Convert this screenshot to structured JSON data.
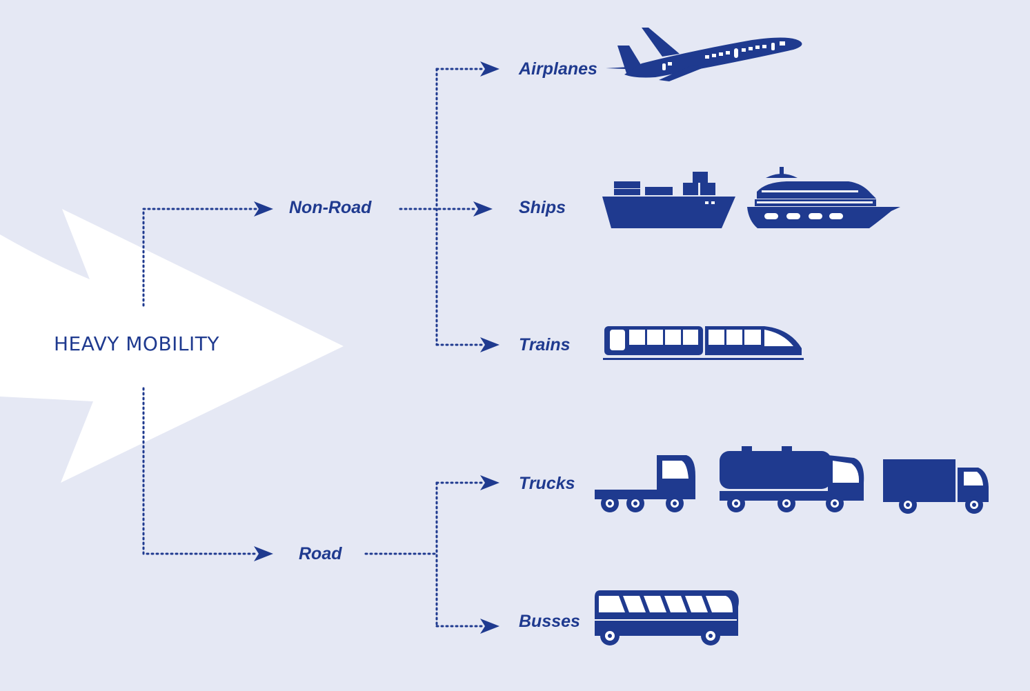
{
  "root": {
    "label": "HEAVY MOBILITY"
  },
  "branches": [
    {
      "label": "Non-Road",
      "children": [
        {
          "label": "Airplanes",
          "icons": [
            "airplane-icon"
          ]
        },
        {
          "label": "Ships",
          "icons": [
            "cargo-ship-icon",
            "cruise-ship-icon"
          ]
        },
        {
          "label": "Trains",
          "icons": [
            "train-icon"
          ]
        }
      ]
    },
    {
      "label": "Road",
      "children": [
        {
          "label": "Trucks",
          "icons": [
            "tractor-truck-icon",
            "tanker-truck-icon",
            "box-truck-icon"
          ]
        },
        {
          "label": "Busses",
          "icons": [
            "bus-icon"
          ]
        }
      ]
    }
  ],
  "colors": {
    "background": "#e5e8f4",
    "accent": "#1f3a8f",
    "arrow_shape": "#ffffff"
  }
}
